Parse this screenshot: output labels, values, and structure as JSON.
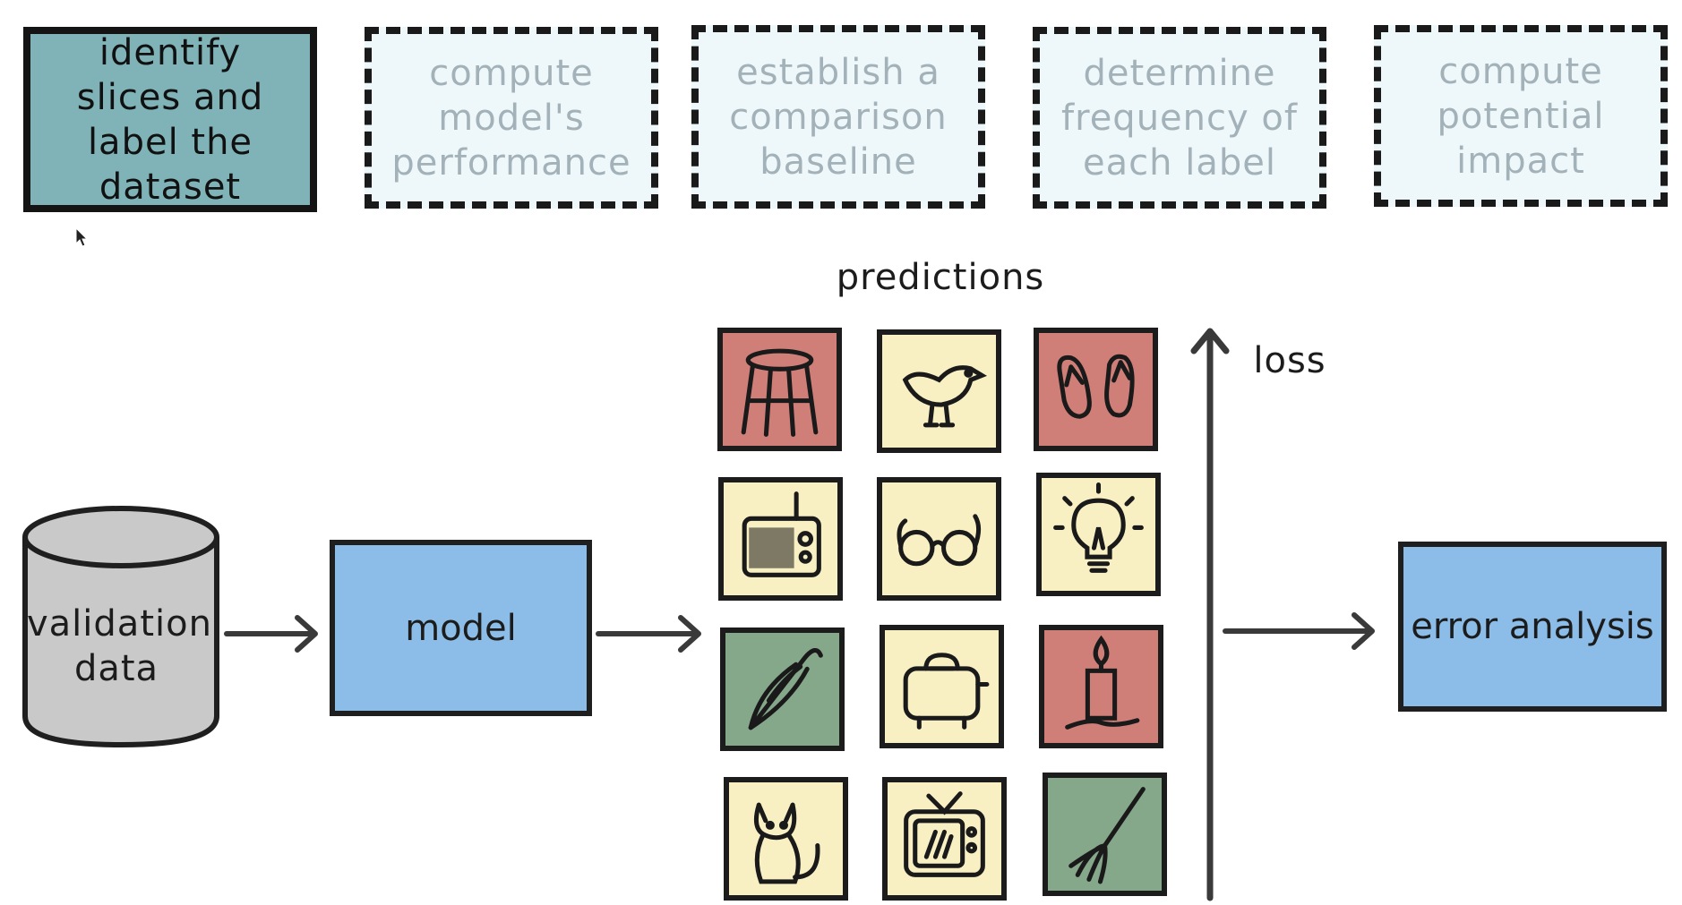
{
  "steps": [
    {
      "label": "identify slices and label the dataset",
      "state": "active"
    },
    {
      "label": "compute model's performance",
      "state": "pending"
    },
    {
      "label": "establish a comparison baseline",
      "state": "pending"
    },
    {
      "label": "determine frequency of each label",
      "state": "pending"
    },
    {
      "label": "compute potential impact",
      "state": "pending"
    }
  ],
  "pipeline": {
    "validation_data": "validation data",
    "model": "model",
    "predictions_label": "predictions",
    "loss_label": "loss",
    "error_analysis": "error analysis"
  },
  "colors": {
    "active_step": "#7fb3b7",
    "pending_step": "#eef8fb",
    "box_blue": "#8bbde8",
    "cylinder_gray": "#c9c9c9",
    "tile_red": "#cf7f78",
    "tile_yellow": "#f8efc3",
    "tile_green": "#86a88a"
  },
  "prediction_grid": [
    [
      {
        "icon": "stool-icon",
        "color": "red"
      },
      {
        "icon": "bird-icon",
        "color": "yellow"
      },
      {
        "icon": "flip-flops-icon",
        "color": "red"
      }
    ],
    [
      {
        "icon": "radio-icon",
        "color": "yellow"
      },
      {
        "icon": "glasses-icon",
        "color": "yellow"
      },
      {
        "icon": "lightbulb-icon",
        "color": "yellow"
      }
    ],
    [
      {
        "icon": "umbrella-icon",
        "color": "green"
      },
      {
        "icon": "toaster-icon",
        "color": "yellow"
      },
      {
        "icon": "candle-icon",
        "color": "red"
      }
    ],
    [
      {
        "icon": "cat-icon",
        "color": "yellow"
      },
      {
        "icon": "television-icon",
        "color": "yellow"
      },
      {
        "icon": "broom-icon",
        "color": "green"
      }
    ]
  ]
}
